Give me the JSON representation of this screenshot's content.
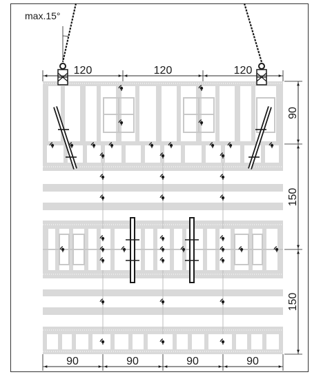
{
  "annotations": {
    "max_angle": "max.15°"
  },
  "dimensions": {
    "top": [
      "120",
      "120",
      "120"
    ],
    "bottom": [
      "90",
      "90",
      "90",
      "90"
    ],
    "right": [
      "90",
      "150",
      "150"
    ]
  },
  "colors": {
    "panel_fill": "#d9d9d9",
    "panel_line": "#bdbdbd",
    "white": "#ffffff",
    "ink": "#1a1a1a",
    "frame": "#333333"
  }
}
